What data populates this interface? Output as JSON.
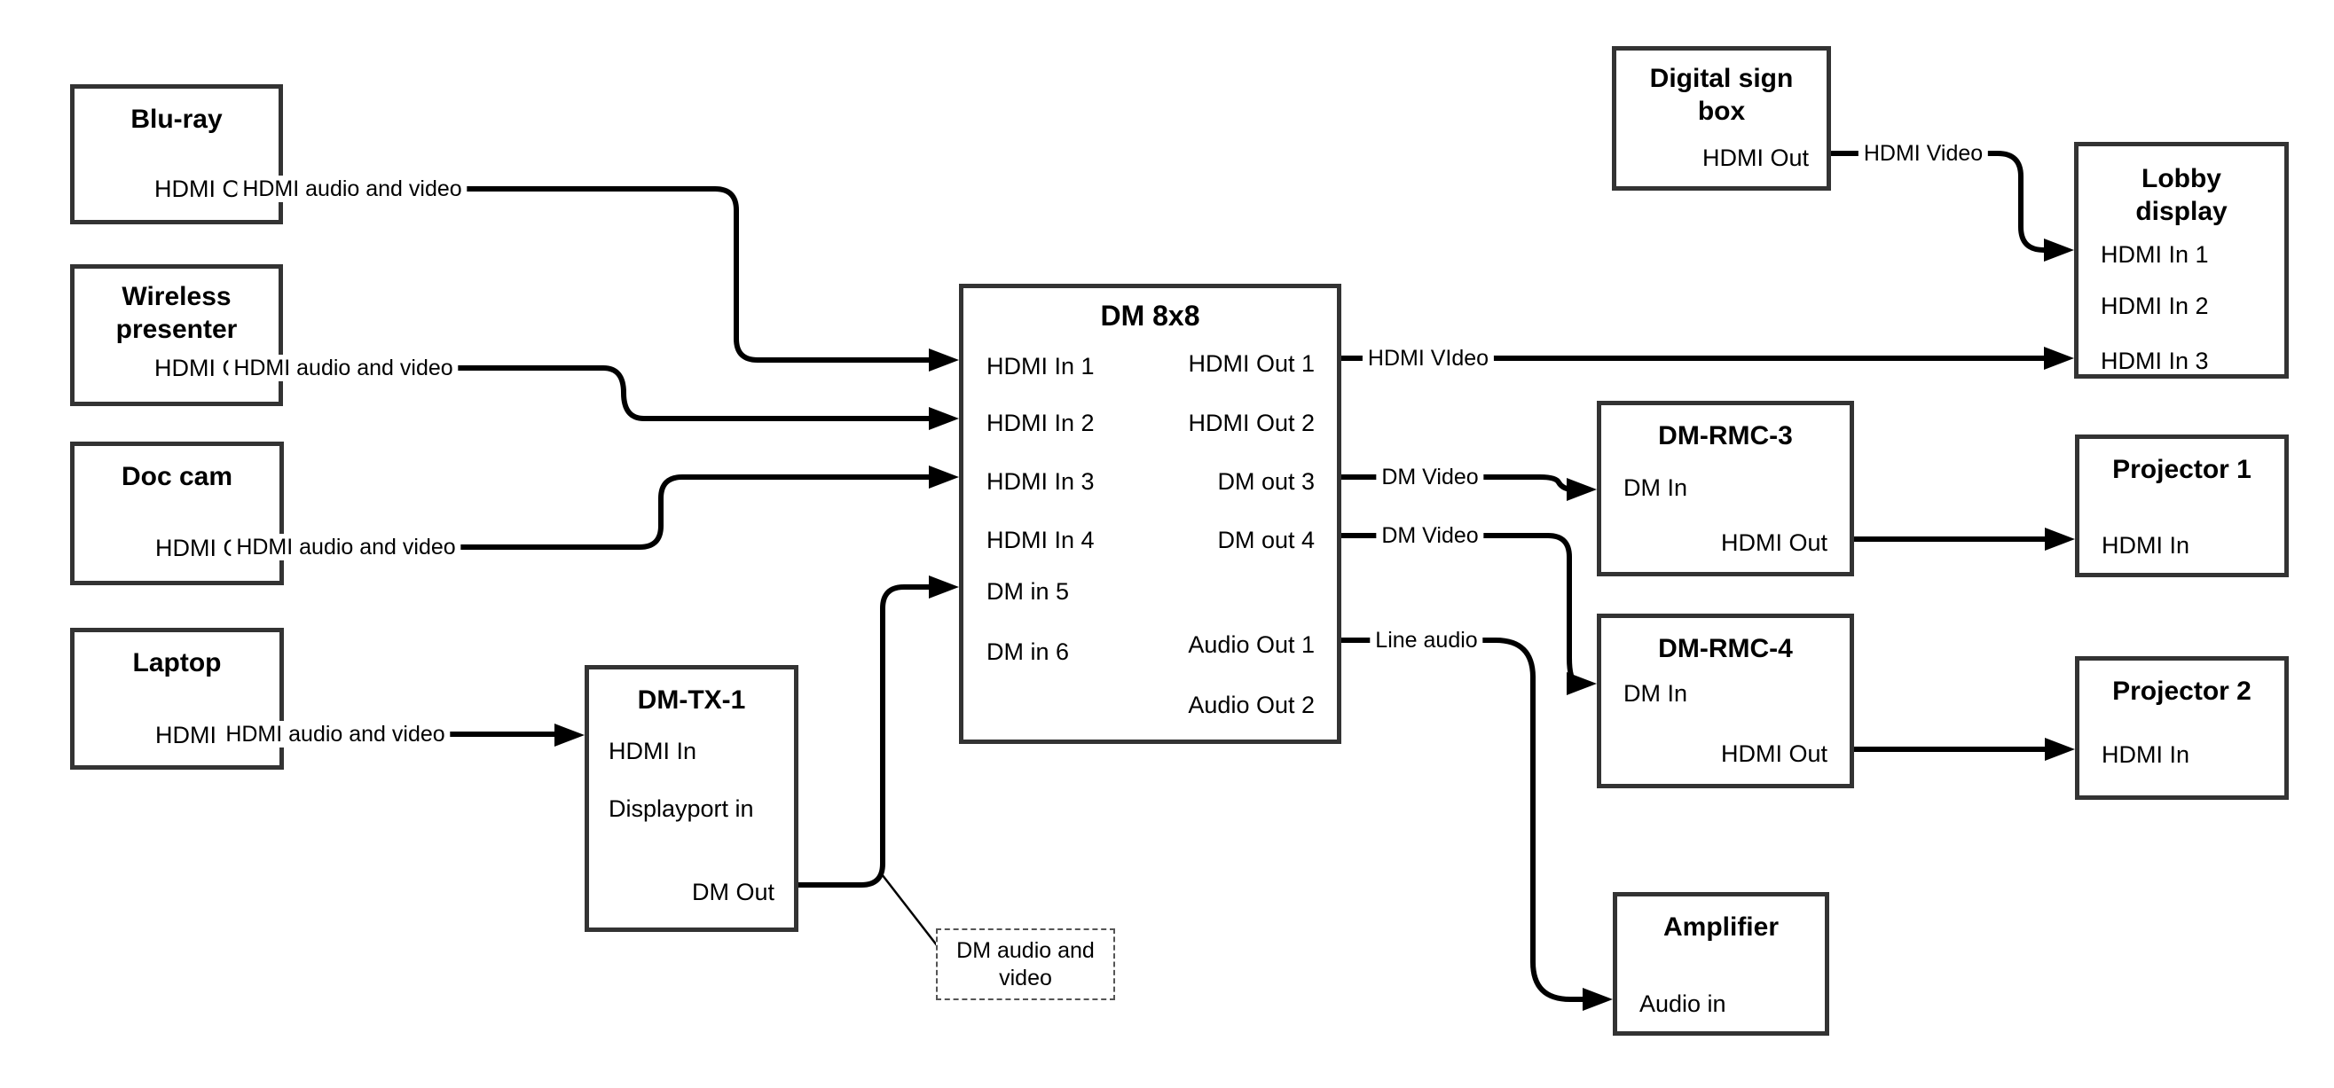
{
  "diagram": {
    "devices": {
      "bluray": {
        "title": "Blu-ray",
        "port_out": "HDMI Out"
      },
      "wireless_presenter": {
        "title": "Wireless presenter",
        "port_out": "HDMI Out"
      },
      "doc_cam": {
        "title": "Doc cam",
        "port_out": "HDMI Out"
      },
      "laptop": {
        "title": "Laptop",
        "port_out": "HDMI Out"
      },
      "dm_tx_1": {
        "title": "DM-TX-1",
        "port_hdmi_in": "HDMI In",
        "port_dp_in": "Displayport in",
        "port_dm_out": "DM Out"
      },
      "dm_8x8": {
        "title": "DM 8x8",
        "inputs": [
          "HDMI In 1",
          "HDMI In 2",
          "HDMI In 3",
          "HDMI In 4",
          "DM in 5",
          "DM in 6"
        ],
        "outputs": [
          "HDMI Out 1",
          "HDMI Out 2",
          "DM out 3",
          "DM out 4",
          "Audio Out 1",
          "Audio Out 2"
        ]
      },
      "digital_sign_box": {
        "title": "Digital sign box",
        "port_out": "HDMI Out"
      },
      "lobby_display": {
        "title": "Lobby display",
        "inputs": [
          "HDMI In 1",
          "HDMI In 2",
          "HDMI In 3"
        ]
      },
      "dm_rmc_3": {
        "title": "DM-RMC-3",
        "port_in": "DM In",
        "port_out": "HDMI Out"
      },
      "dm_rmc_4": {
        "title": "DM-RMC-4",
        "port_in": "DM In",
        "port_out": "HDMI Out"
      },
      "projector_1": {
        "title": "Projector 1",
        "port_in": "HDMI In"
      },
      "projector_2": {
        "title": "Projector 2",
        "port_in": "HDMI In"
      },
      "amplifier": {
        "title": "Amplifier",
        "port_in": "Audio in"
      }
    },
    "cable_labels": {
      "hdmi_audio_video": "HDMI audio and video",
      "hdmi_video_typo": "HDMI VIdeo",
      "hdmi_video": "HDMI Video",
      "dm_video": "DM Video",
      "line_audio": "Line audio",
      "dm_audio_video_note": "DM audio and video"
    },
    "colors": {
      "line": "#000000",
      "box_border": "#333333",
      "background": "#ffffff",
      "text": "#000000"
    }
  }
}
